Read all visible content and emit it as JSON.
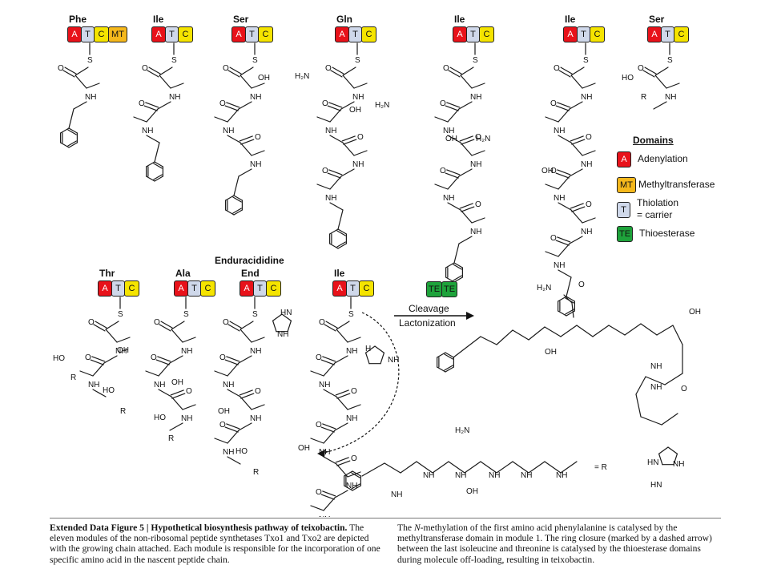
{
  "modules_top": [
    {
      "name": "Phe",
      "domains": [
        "A",
        "T",
        "C",
        "MT"
      ]
    },
    {
      "name": "Ile",
      "domains": [
        "A",
        "T",
        "C"
      ]
    },
    {
      "name": "Ser",
      "domains": [
        "A",
        "T",
        "C"
      ]
    },
    {
      "name": "Gln",
      "domains": [
        "A",
        "T",
        "C"
      ]
    },
    {
      "name": "Ile",
      "domains": [
        "A",
        "T",
        "C"
      ]
    },
    {
      "name": "Ile",
      "domains": [
        "A",
        "T",
        "C"
      ]
    },
    {
      "name": "Ser",
      "domains": [
        "A",
        "T",
        "C"
      ]
    }
  ],
  "modules_bottom": [
    {
      "name": "Thr",
      "domains": [
        "A",
        "T",
        "C"
      ]
    },
    {
      "name": "Ala",
      "domains": [
        "A",
        "T",
        "C"
      ]
    },
    {
      "name": "End",
      "domains": [
        "A",
        "T",
        "C"
      ]
    },
    {
      "name": "Ile",
      "domains": [
        "A",
        "T",
        "C"
      ]
    }
  ],
  "end_full_name": "Enduracididine",
  "te_module": [
    "TE",
    "TE"
  ],
  "legend": {
    "title": "Domains",
    "items": [
      {
        "code": "A",
        "text": "Adenylation"
      },
      {
        "code": "MT",
        "text": "Methyltransferase"
      },
      {
        "code": "T",
        "text": "Thiolation",
        "text2": "= carrier"
      },
      {
        "code": "TE",
        "text": "Thioesterase"
      }
    ]
  },
  "reaction_arrow": {
    "line1": "Cleavage",
    "line2": "Lactonization"
  },
  "chem_labels": {
    "S": "S",
    "NH": "NH",
    "HN": "HN",
    "OH": "OH",
    "HO": "HO",
    "H2N": "H₂N",
    "O": "O",
    "N": "N",
    "H": "H",
    "RNH": "R",
    "eqR": "= R",
    "HNeq": "HN"
  },
  "caption": {
    "title_prefix": "Extended Data Figure 5 | ",
    "title": "Hypothetical biosynthesis pathway of teixobactin.",
    "left": "The eleven modules of the non-ribosomal peptide synthetases Txo1 and Txo2 are depicted with the growing chain attached. Each module is responsible for the incorporation of one specific amino acid in the nascent peptide chain.",
    "right_pre": "The ",
    "right_italic": "N",
    "right_post": "-methylation of the first amino acid phenylalanine is catalysed by the methyltransferase domain in module 1. The ring closure (marked by a dashed arrow) between the last isoleucine and threonine is catalysed by the thioesterase domains during molecule off-loading, resulting in teixobactin."
  },
  "colors": {
    "A": "#e8121a",
    "T": "#cfd8ea",
    "C": "#f5e400",
    "MT": "#f5b81c",
    "TE": "#1ea33b"
  }
}
